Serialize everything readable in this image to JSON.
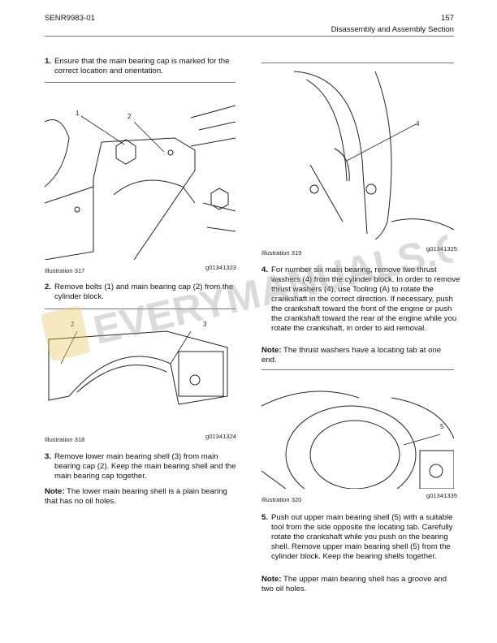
{
  "header": {
    "doc_id": "SENR9983-01",
    "page_number": "157",
    "section": "Disassembly and Assembly Section"
  },
  "left": {
    "step1": {
      "num": "1.",
      "text": "Ensure that the main bearing cap is marked for the correct location and orientation."
    },
    "fig317": {
      "callouts": [
        "1",
        "2"
      ],
      "caption": "Illustration 317",
      "ref": "g01341323"
    },
    "step2": {
      "num": "2.",
      "text": "Remove bolts (1) and main bearing cap (2) from the cylinder block."
    },
    "fig318": {
      "callouts": [
        "2",
        "3"
      ],
      "caption": "Illustration 318",
      "ref": "g01341324"
    },
    "step3": {
      "num": "3.",
      "text": "Remove lower main bearing shell (3) from main bearing cap (2). Keep the main bearing shell and the main bearing cap together."
    },
    "note1": {
      "label": "Note:",
      "text": " The lower main bearing shell is a plain bearing that has no oil holes."
    }
  },
  "right": {
    "fig319": {
      "callouts": [
        "4"
      ],
      "caption": "Illustration 319",
      "ref": "g01341325"
    },
    "step4": {
      "num": "4.",
      "text": "For number six main bearing, remove two thrust washers (4) from the cylinder block. In order to remove thrust washers (4), use Tooling (A) to rotate the crankshaft in the correct direction. If necessary, push the crankshaft toward the front of the engine or push the crankshaft toward the rear of the engine while you rotate the crankshaft, in order to aid removal."
    },
    "note2": {
      "label": "Note:",
      "text": " The thrust washers have a locating tab at one end."
    },
    "fig320": {
      "callouts": [
        "5"
      ],
      "caption": "Illustration 320",
      "ref": "g01341335"
    },
    "step5": {
      "num": "5.",
      "text": "Push out upper main bearing shell (5) with a suitable tool from the side opposite the locating tab. Carefully rotate the crankshaft while you push on the bearing shell. Remove upper main bearing shell (5) from the cylinder block. Keep the bearing shells together."
    },
    "note3": {
      "label": "Note:",
      "text": " The upper main bearing shell has a groove and two oil holes."
    }
  },
  "watermark": {
    "text": "EVERYMANUALS.COM",
    "color": "#e8c24a"
  }
}
